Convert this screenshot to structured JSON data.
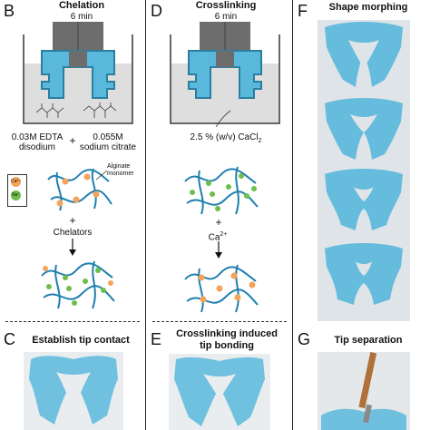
{
  "panels": {
    "B": {
      "letter": "B",
      "title": "Chelation",
      "time": "6 min",
      "reagent1_line1": "0.03M EDTA",
      "reagent1_line2": "disodium",
      "plus": "+",
      "reagent2_line1": "0.055M",
      "reagent2_line2": "sodium citrate",
      "legend_ca": "Ca²⁺",
      "legend_na": "Na⁺",
      "monomer_label_line1": "Alginate",
      "monomer_label_line2": "monomer",
      "step_plus": "+",
      "chelators": "Chelators"
    },
    "D": {
      "letter": "D",
      "title": "Crosslinking",
      "time": "6 min",
      "reagent": "2.5 % (w/v) CaCl",
      "reagent_sub": "2",
      "step_plus": "+",
      "ion": "Ca",
      "ion_sup": "2+"
    },
    "F": {
      "letter": "F",
      "title": "Shape morphing"
    },
    "C": {
      "letter": "C",
      "title": "Establish tip contact"
    },
    "E": {
      "letter": "E",
      "title_line1": "Crosslinking induced",
      "title_line2": "tip bonding"
    },
    "G": {
      "letter": "G",
      "title": "Tip separation"
    }
  },
  "colors": {
    "gel_blue": "#5ab8dc",
    "gel_dark": "#2a7f9f",
    "crosslink_orange": "#f4a35a",
    "ion_green": "#6cbf4a",
    "bath_gray": "#dedede",
    "mold_gray": "#6d6d6d"
  }
}
